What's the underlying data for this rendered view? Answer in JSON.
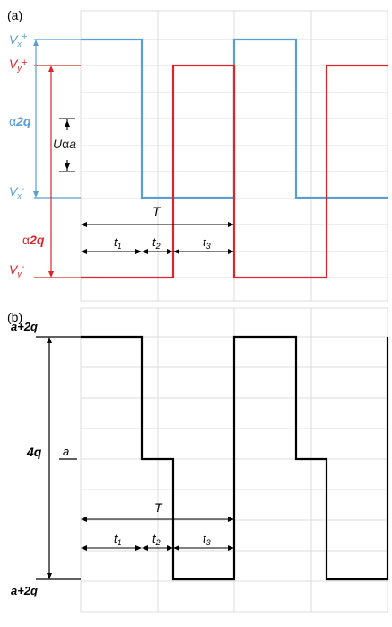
{
  "panel_a": {
    "tag": "(a)",
    "levels": {
      "vx_plus": {
        "main": "V",
        "sub": "x",
        "sup": "+"
      },
      "vy_plus": {
        "main": "V",
        "sub": "y",
        "sup": "+"
      },
      "vx_minus": {
        "main": "V",
        "sub": "x",
        "sup": "-"
      },
      "vy_minus": {
        "main": "V",
        "sub": "y",
        "sup": "-"
      }
    },
    "span_blue": {
      "alpha": "α",
      "value": "2q"
    },
    "span_red": {
      "alpha": "α",
      "value": "2q"
    },
    "offset": {
      "u": "U",
      "alpha": "α",
      "a": "a"
    },
    "period": "T",
    "intervals": [
      {
        "main": "t",
        "sub": "1"
      },
      {
        "main": "t",
        "sub": "2"
      },
      {
        "main": "t",
        "sub": "3"
      }
    ],
    "colors": {
      "blue": "#5a9fd4",
      "red": "#d9262b",
      "grid": "#dcdcdc",
      "axis": "#000000"
    }
  },
  "panel_b": {
    "tag": "(b)",
    "top_label": "a+2q",
    "mid_label": "a",
    "bottom_label": "a+2q",
    "span_label": "4q",
    "period": "T",
    "intervals": [
      {
        "main": "t",
        "sub": "1"
      },
      {
        "main": "t",
        "sub": "2"
      },
      {
        "main": "t",
        "sub": "3"
      }
    ],
    "colors": {
      "trace": "#000000"
    }
  }
}
